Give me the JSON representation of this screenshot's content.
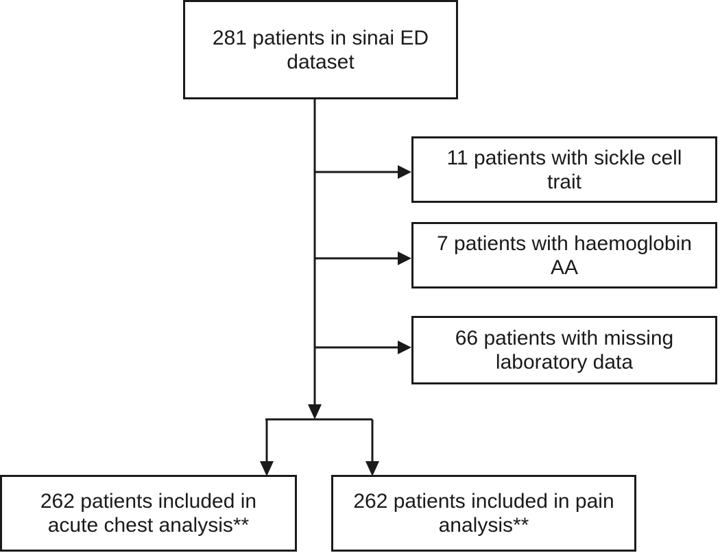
{
  "flowchart": {
    "top": {
      "text": "281 patients in sinai ED\ndataset"
    },
    "exclusions": [
      {
        "text": "11 patients with sickle cell\ntrait"
      },
      {
        "text": "7 patients with haemoglobin\nAA"
      },
      {
        "text": "66 patients with missing\nlaboratory data"
      }
    ],
    "outcomes": [
      {
        "text": "262 patients included in\nacute chest analysis**"
      },
      {
        "text": "262 patients included in pain\nanalysis**"
      }
    ]
  },
  "colors": {
    "line": "#1a1a1a",
    "box_fill": "#ffffff"
  }
}
